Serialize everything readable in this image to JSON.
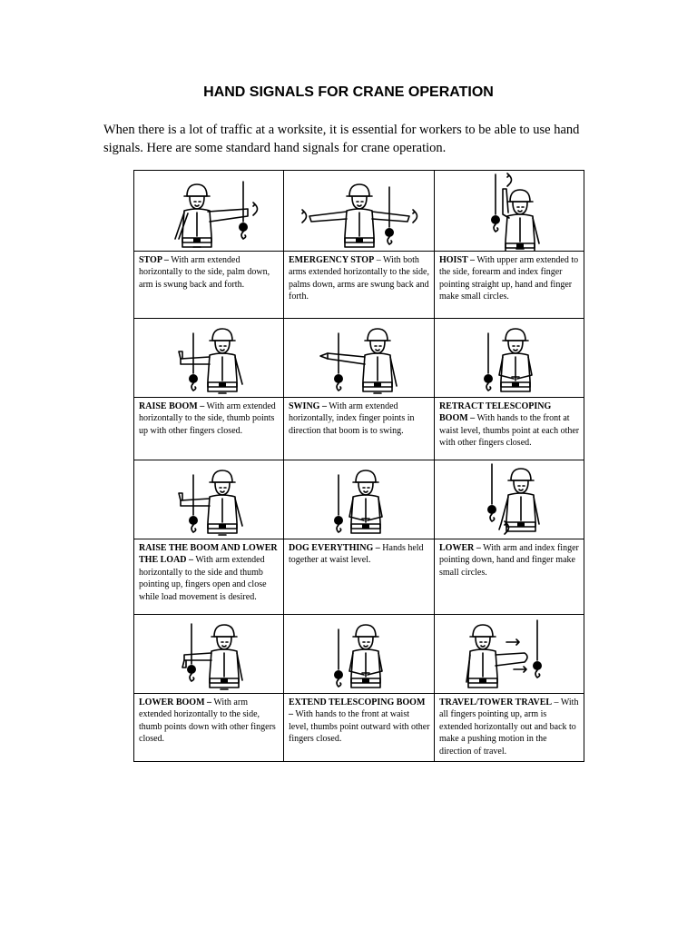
{
  "title": "HAND SIGNALS FOR CRANE OPERATION",
  "intro": "When there is a lot of traffic at a worksite, it is essential for workers to be able to use hand signals. Here are some standard hand signals for crane operation.",
  "signals": [
    {
      "name": "STOP –",
      "desc": " With arm extended horizontally to the side, palm down, arm is swung back and forth.",
      "icon": "stop-signal-icon"
    },
    {
      "name": "EMERGENCY STOP",
      "desc": " – With both arms extended horizontally to the side, palms down, arms are swung back and forth.",
      "icon": "emergency-stop-signal-icon"
    },
    {
      "name": "HOIST –",
      "desc": " With upper arm extended to the side, forearm and index finger pointing straight up, hand and finger make small circles.",
      "icon": "hoist-signal-icon"
    },
    {
      "name": "RAISE BOOM –",
      "desc": " With arm extended horizontally to the side, thumb points up with other fingers closed.",
      "icon": "raise-boom-signal-icon"
    },
    {
      "name": "SWING –",
      "desc": " With arm extended horizontally, index finger points in direction that boom is to swing.",
      "icon": "swing-signal-icon"
    },
    {
      "name": "RETRACT TELESCOPING BOOM –",
      "desc": "  With hands to the front at waist level, thumbs point at each other with other fingers closed.",
      "icon": "retract-telescoping-boom-signal-icon"
    },
    {
      "name": "RAISE THE BOOM AND LOWER THE LOAD –",
      "desc": " With arm extended horizontally to the side and thumb pointing up, fingers open and close while load movement is desired.",
      "icon": "raise-boom-lower-load-signal-icon"
    },
    {
      "name": "DOG EVERYTHING –",
      "desc": " Hands held together at waist level.",
      "icon": "dog-everything-signal-icon"
    },
    {
      "name": "LOWER –",
      "desc": " With arm and index finger pointing down, hand and finger make small circles.",
      "icon": "lower-signal-icon"
    },
    {
      "name": "LOWER BOOM –",
      "desc": " With arm extended horizontally to the side, thumb points down with other fingers closed.",
      "icon": "lower-boom-signal-icon"
    },
    {
      "name": "EXTEND TELESCOPING BOOM –",
      "desc": " With hands to the front at waist level, thumbs point outward with other fingers closed.",
      "icon": "extend-telescoping-boom-signal-icon"
    },
    {
      "name": "TRAVEL/TOWER TRAVEL",
      "desc": " – With all fingers pointing up, arm is extended horizontally out and back to make a pushing motion in the direction of travel.",
      "icon": "travel-signal-icon"
    }
  ]
}
